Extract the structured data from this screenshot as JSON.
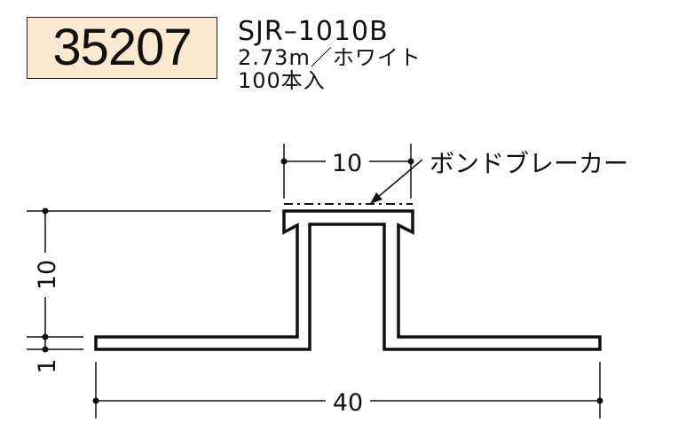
{
  "product": {
    "code": "35207",
    "model": "SJR–1010B",
    "length_color": "2.73m／ホワイト",
    "quantity": "100本入"
  },
  "drawing": {
    "top_width_dim": "10",
    "height_dim": "10",
    "base_thickness_dim": "1",
    "total_width_dim": "40",
    "callout_label": "ボンドブレーカー"
  },
  "colors": {
    "code_box_fill": "#fde9d2",
    "line": "#111111"
  }
}
